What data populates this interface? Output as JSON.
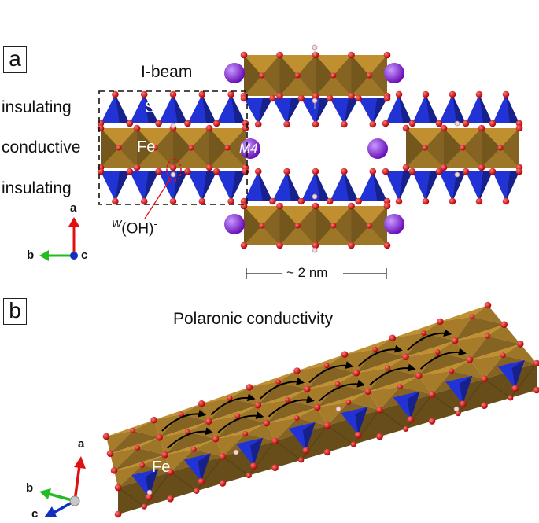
{
  "panel_a": {
    "letter": "a",
    "ibeam_label": "I-beam",
    "layers": [
      "insulating",
      "conductive",
      "insulating"
    ],
    "si_label": "Si",
    "fe_label": "Fe",
    "m4_label": "M4",
    "oh_pre": "W",
    "oh_main": "(OH)",
    "oh_sup": "-",
    "scale_label": "~ 2 nm",
    "axes": {
      "up": "a",
      "left": "b",
      "center": "c"
    }
  },
  "panel_b": {
    "letter": "b",
    "title": "Polaronic conductivity",
    "fe_label": "Fe",
    "axes": {
      "up": "a",
      "left": "b",
      "down": "c"
    }
  },
  "colors": {
    "fe_octahedra": "#a67c2a",
    "si_tetrahedra": "#2233d6",
    "oxygen": "#d01818",
    "m4_cation": "#8a2be2",
    "axis_a": "#e01010",
    "axis_b": "#22bb22",
    "axis_c": "#1030c0"
  }
}
